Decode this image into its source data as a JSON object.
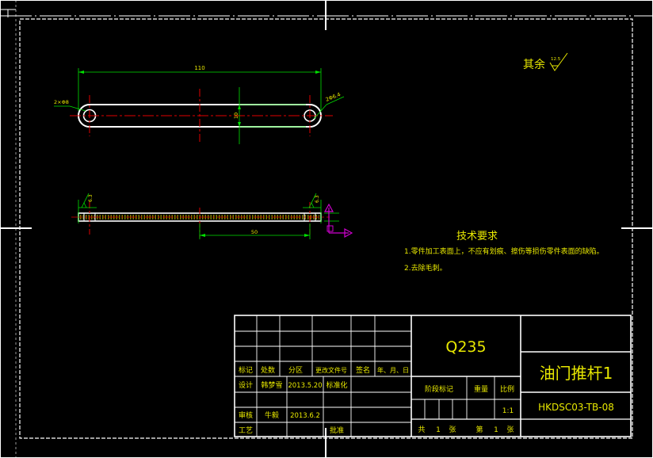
{
  "drawing": {
    "dimensions": {
      "overall_length": "110",
      "left_hole": "2×Φ8",
      "right_hole": "2Φ6.4",
      "rod_width": "10",
      "side_length": "50",
      "left_chamfer": "6.3",
      "right_chamfer": "6.3"
    },
    "surface_finish": {
      "label": "其余",
      "value": "12.5"
    },
    "tech_requirements": {
      "title": "技术要求",
      "items": [
        "1.零件加工表面上，不应有划痕、擦伤等损伤零件表面的缺陷。",
        "2.去除毛刺。"
      ]
    }
  },
  "title_block": {
    "material": "Q235",
    "part_name": "油门推杆1",
    "drawing_no": "HKDSC03-TB-08",
    "labels": {
      "mark": "标记",
      "count": "处数",
      "zone": "分区",
      "change_doc": "更改文件号",
      "sign": "签名",
      "date": "年、月、日",
      "design": "设计",
      "standard": "标准化",
      "review": "审核",
      "process": "工艺",
      "approve": "批准",
      "stage_mark": "阶段标记",
      "weight": "重量",
      "scale": "比例",
      "total_prefix": "共",
      "sheet_unit": "张",
      "page_prefix": "第"
    },
    "designer": "韩梦雪",
    "design_date": "2013.5.20",
    "reviewer": "牛毅",
    "review_date": "2013.6.2",
    "scale": "1:1",
    "total_sheets": "1",
    "sheet_no": "1"
  }
}
